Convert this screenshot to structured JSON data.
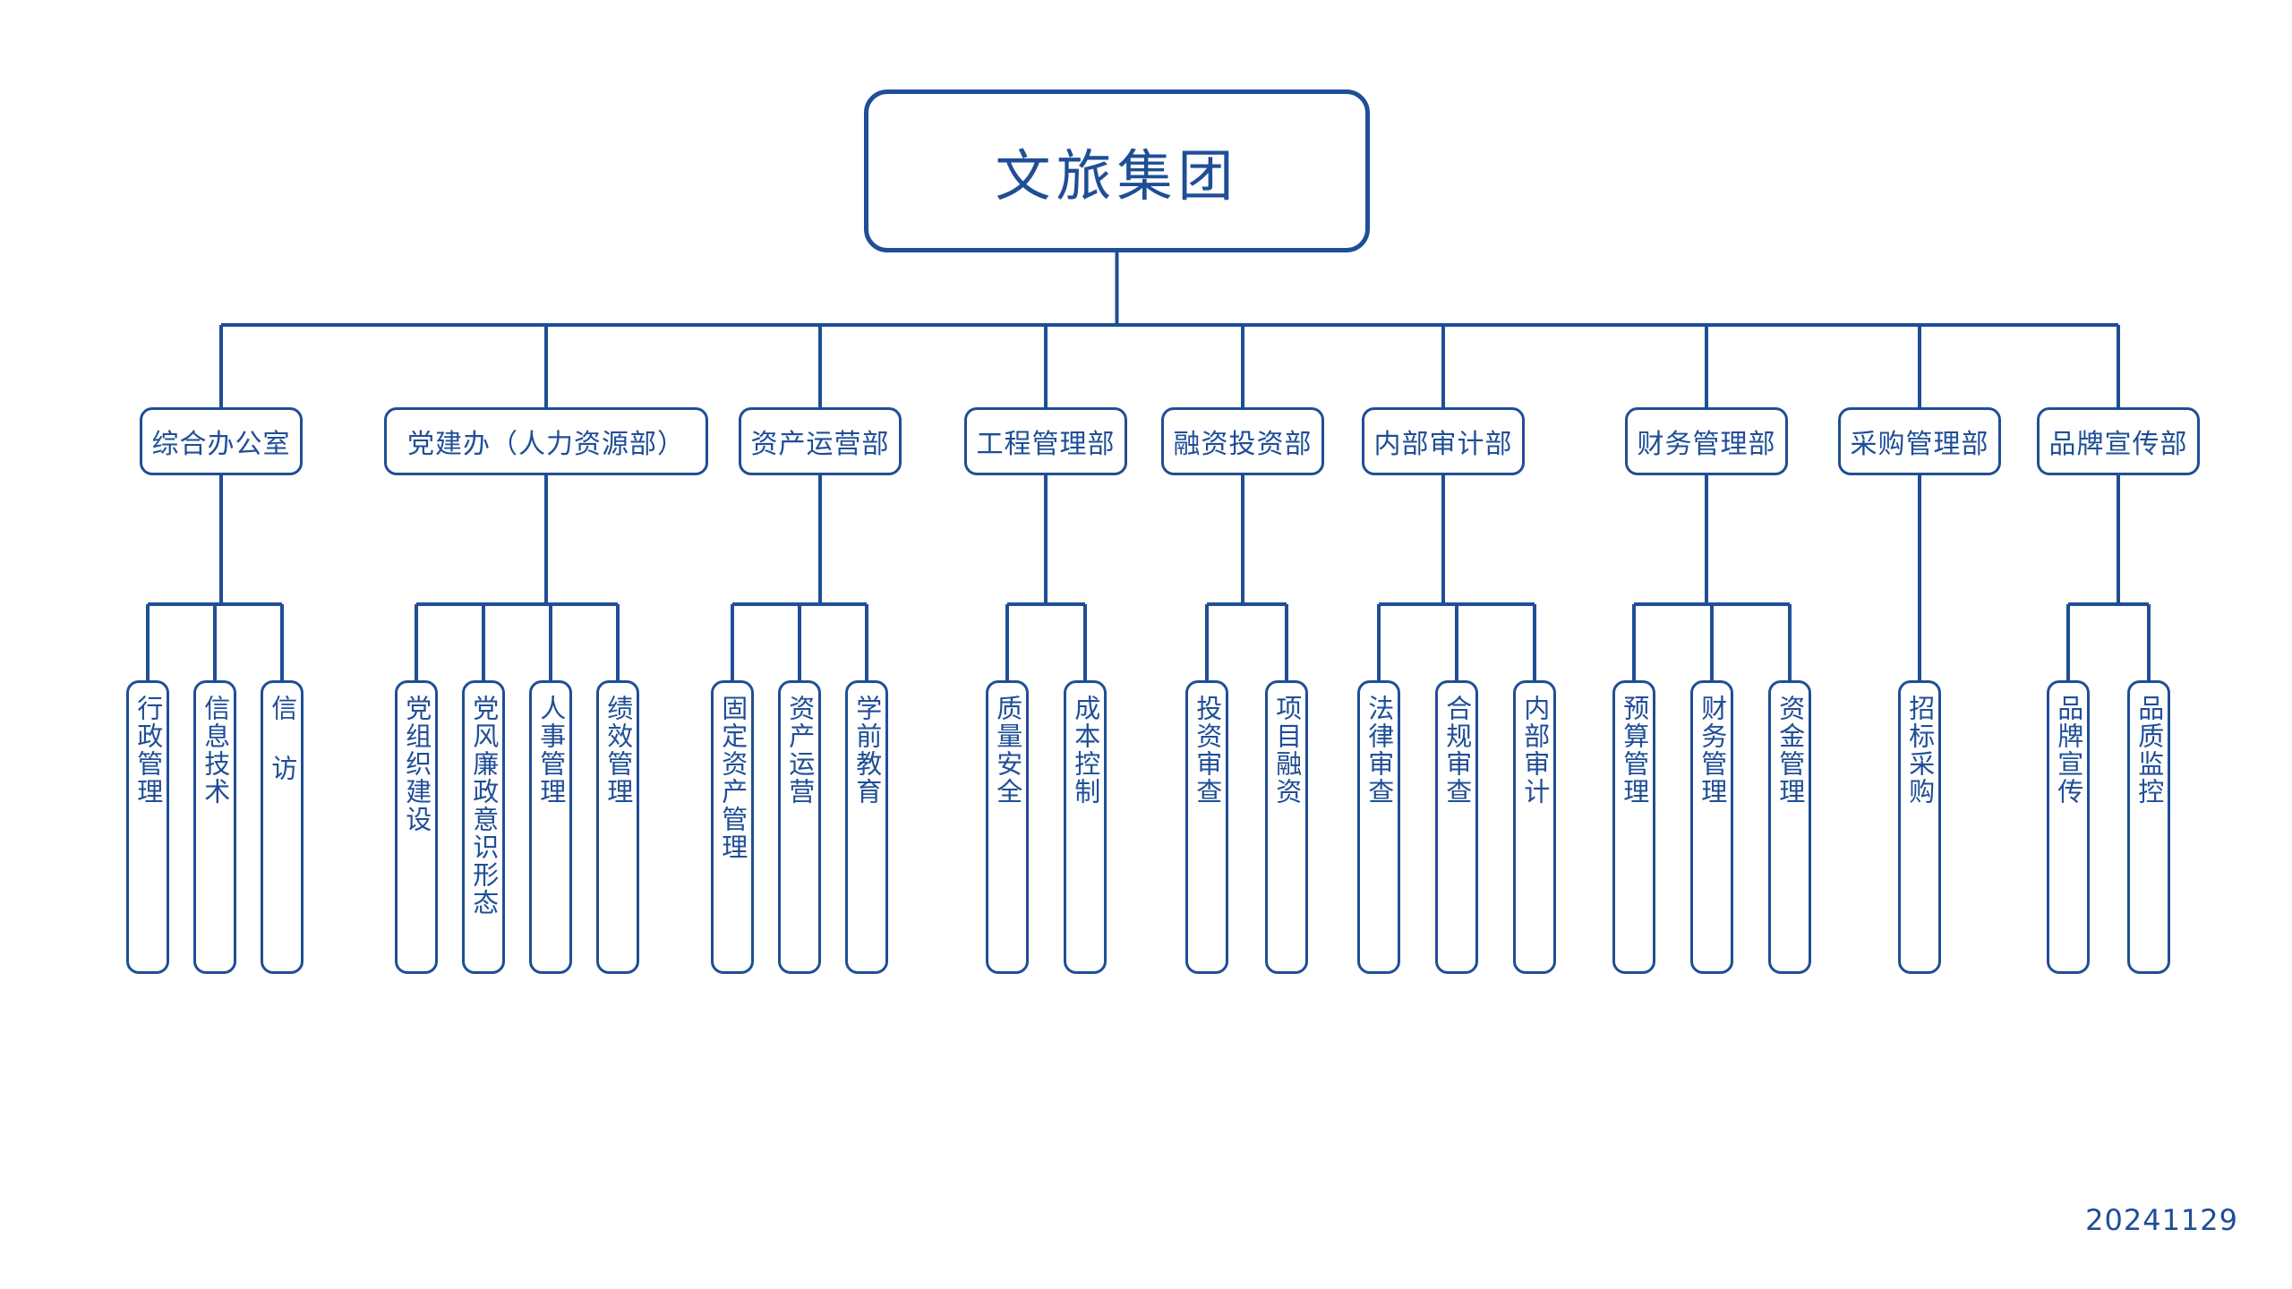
{
  "chart_data": {
    "type": "diagram",
    "diagram_kind": "organizational-chart",
    "title": "文旅集团",
    "orientation": "top-down",
    "levels": 3,
    "accent_color": "#1F4E96",
    "background_color": "#FFFFFF",
    "root": {
      "label": "文旅集团"
    },
    "departments": [
      {
        "label": "综合办公室",
        "children": [
          "行政管理",
          "信息技术",
          "信 访"
        ]
      },
      {
        "label": "党建办（人力资源部）",
        "children": [
          "党组织建设",
          "党风廉政意识形态",
          "人事管理",
          "绩效管理"
        ]
      },
      {
        "label": "资产运营部",
        "children": [
          "固定资产管理",
          "资产运营",
          "学前教育"
        ]
      },
      {
        "label": "工程管理部",
        "children": [
          "质量安全",
          "成本控制"
        ]
      },
      {
        "label": "融资投资部",
        "children": [
          "投资审查",
          "项目融资"
        ]
      },
      {
        "label": "内部审计部",
        "children": [
          "法律审查",
          "合规审查",
          "内部审计"
        ]
      },
      {
        "label": "财务管理部",
        "children": [
          "预算管理",
          "财务管理",
          "资金管理"
        ]
      },
      {
        "label": "采购管理部",
        "children": [
          "招标采购"
        ]
      },
      {
        "label": "品牌宣传部",
        "children": [
          "品牌宣传",
          "品质监控"
        ]
      }
    ],
    "total_departments": 9,
    "total_sub_units": 23,
    "footer_note": "20241129"
  },
  "footer": {
    "date": "20241129"
  }
}
